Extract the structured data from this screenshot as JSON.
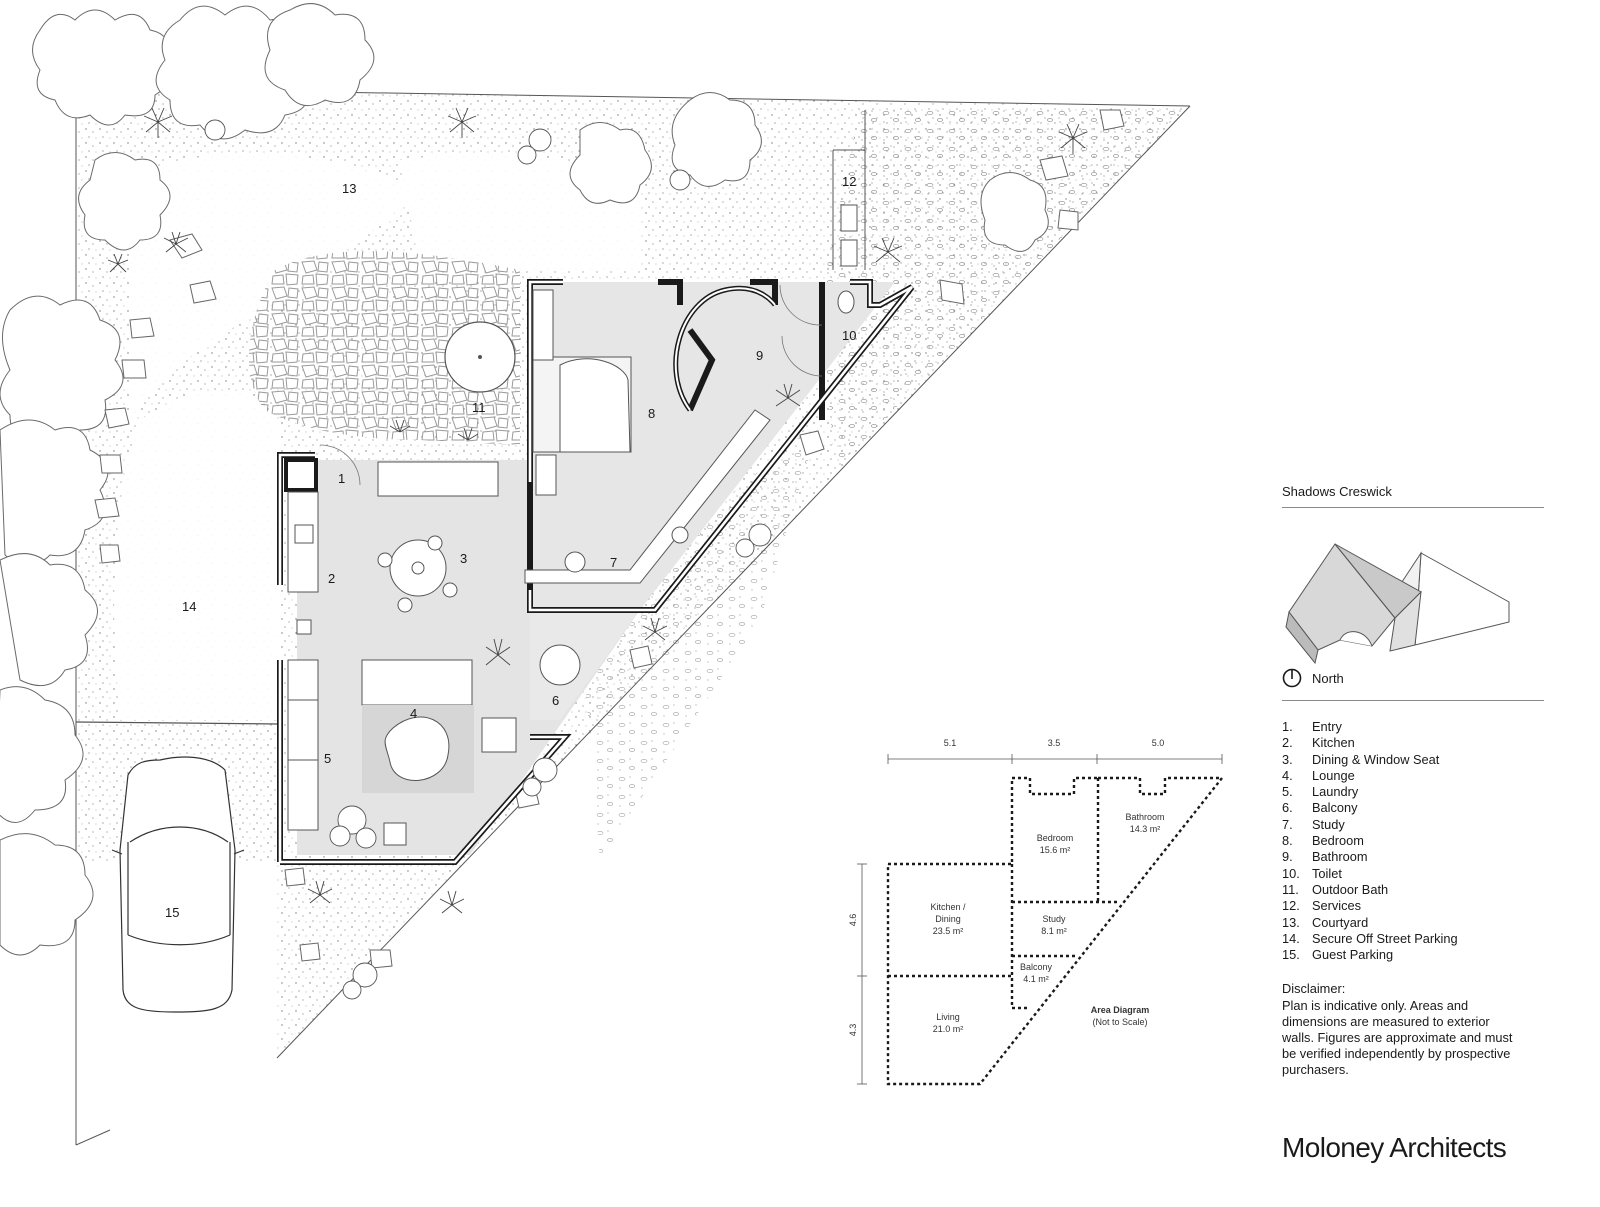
{
  "project": {
    "title": "Shadows Creswick",
    "north_label": "North"
  },
  "plan_numbers": [
    "1",
    "2",
    "3",
    "4",
    "5",
    "6",
    "7",
    "8",
    "9",
    "10",
    "11",
    "12",
    "13",
    "14",
    "15"
  ],
  "area_diagram": {
    "title": "Area Diagram",
    "subtitle": "(Not to Scale)",
    "dims_top": [
      "5.1",
      "3.5",
      "5.0"
    ],
    "dims_left": [
      "4.6",
      "4.3"
    ],
    "rooms": [
      {
        "name": "Bedroom",
        "area": "15.6 m²"
      },
      {
        "name": "Bathroom",
        "area": "14.3 m²"
      },
      {
        "name": "Kitchen /",
        "name2": "Dining",
        "area": "23.5 m²"
      },
      {
        "name": "Study",
        "area": "8.1 m²"
      },
      {
        "name": "Balcony",
        "area": "4.1 m²"
      },
      {
        "name": "Living",
        "area": "21.0 m²"
      }
    ]
  },
  "legend": [
    {
      "n": "1.",
      "label": "Entry"
    },
    {
      "n": "2.",
      "label": "Kitchen"
    },
    {
      "n": "3.",
      "label": "Dining & Window Seat"
    },
    {
      "n": "4.",
      "label": "Lounge"
    },
    {
      "n": "5.",
      "label": "Laundry"
    },
    {
      "n": "6.",
      "label": "Balcony"
    },
    {
      "n": "7.",
      "label": "Study"
    },
    {
      "n": "8.",
      "label": "Bedroom"
    },
    {
      "n": "9.",
      "label": "Bathroom"
    },
    {
      "n": "10.",
      "label": "Toilet"
    },
    {
      "n": "11.",
      "label": "Outdoor Bath"
    },
    {
      "n": "12.",
      "label": "Services"
    },
    {
      "n": "13.",
      "label": "Courtyard"
    },
    {
      "n": "14.",
      "label": "Secure Off Street Parking"
    },
    {
      "n": "15.",
      "label": "Guest Parking"
    }
  ],
  "disclaimer": {
    "heading": "Disclaimer:",
    "lines": [
      "Plan is indicative only. Areas and",
      "dimensions are measured to exterior",
      "walls. Figures are approximate and must",
      "be verified independently by prospective",
      "purchasers."
    ]
  },
  "brand": "Moloney Architects"
}
